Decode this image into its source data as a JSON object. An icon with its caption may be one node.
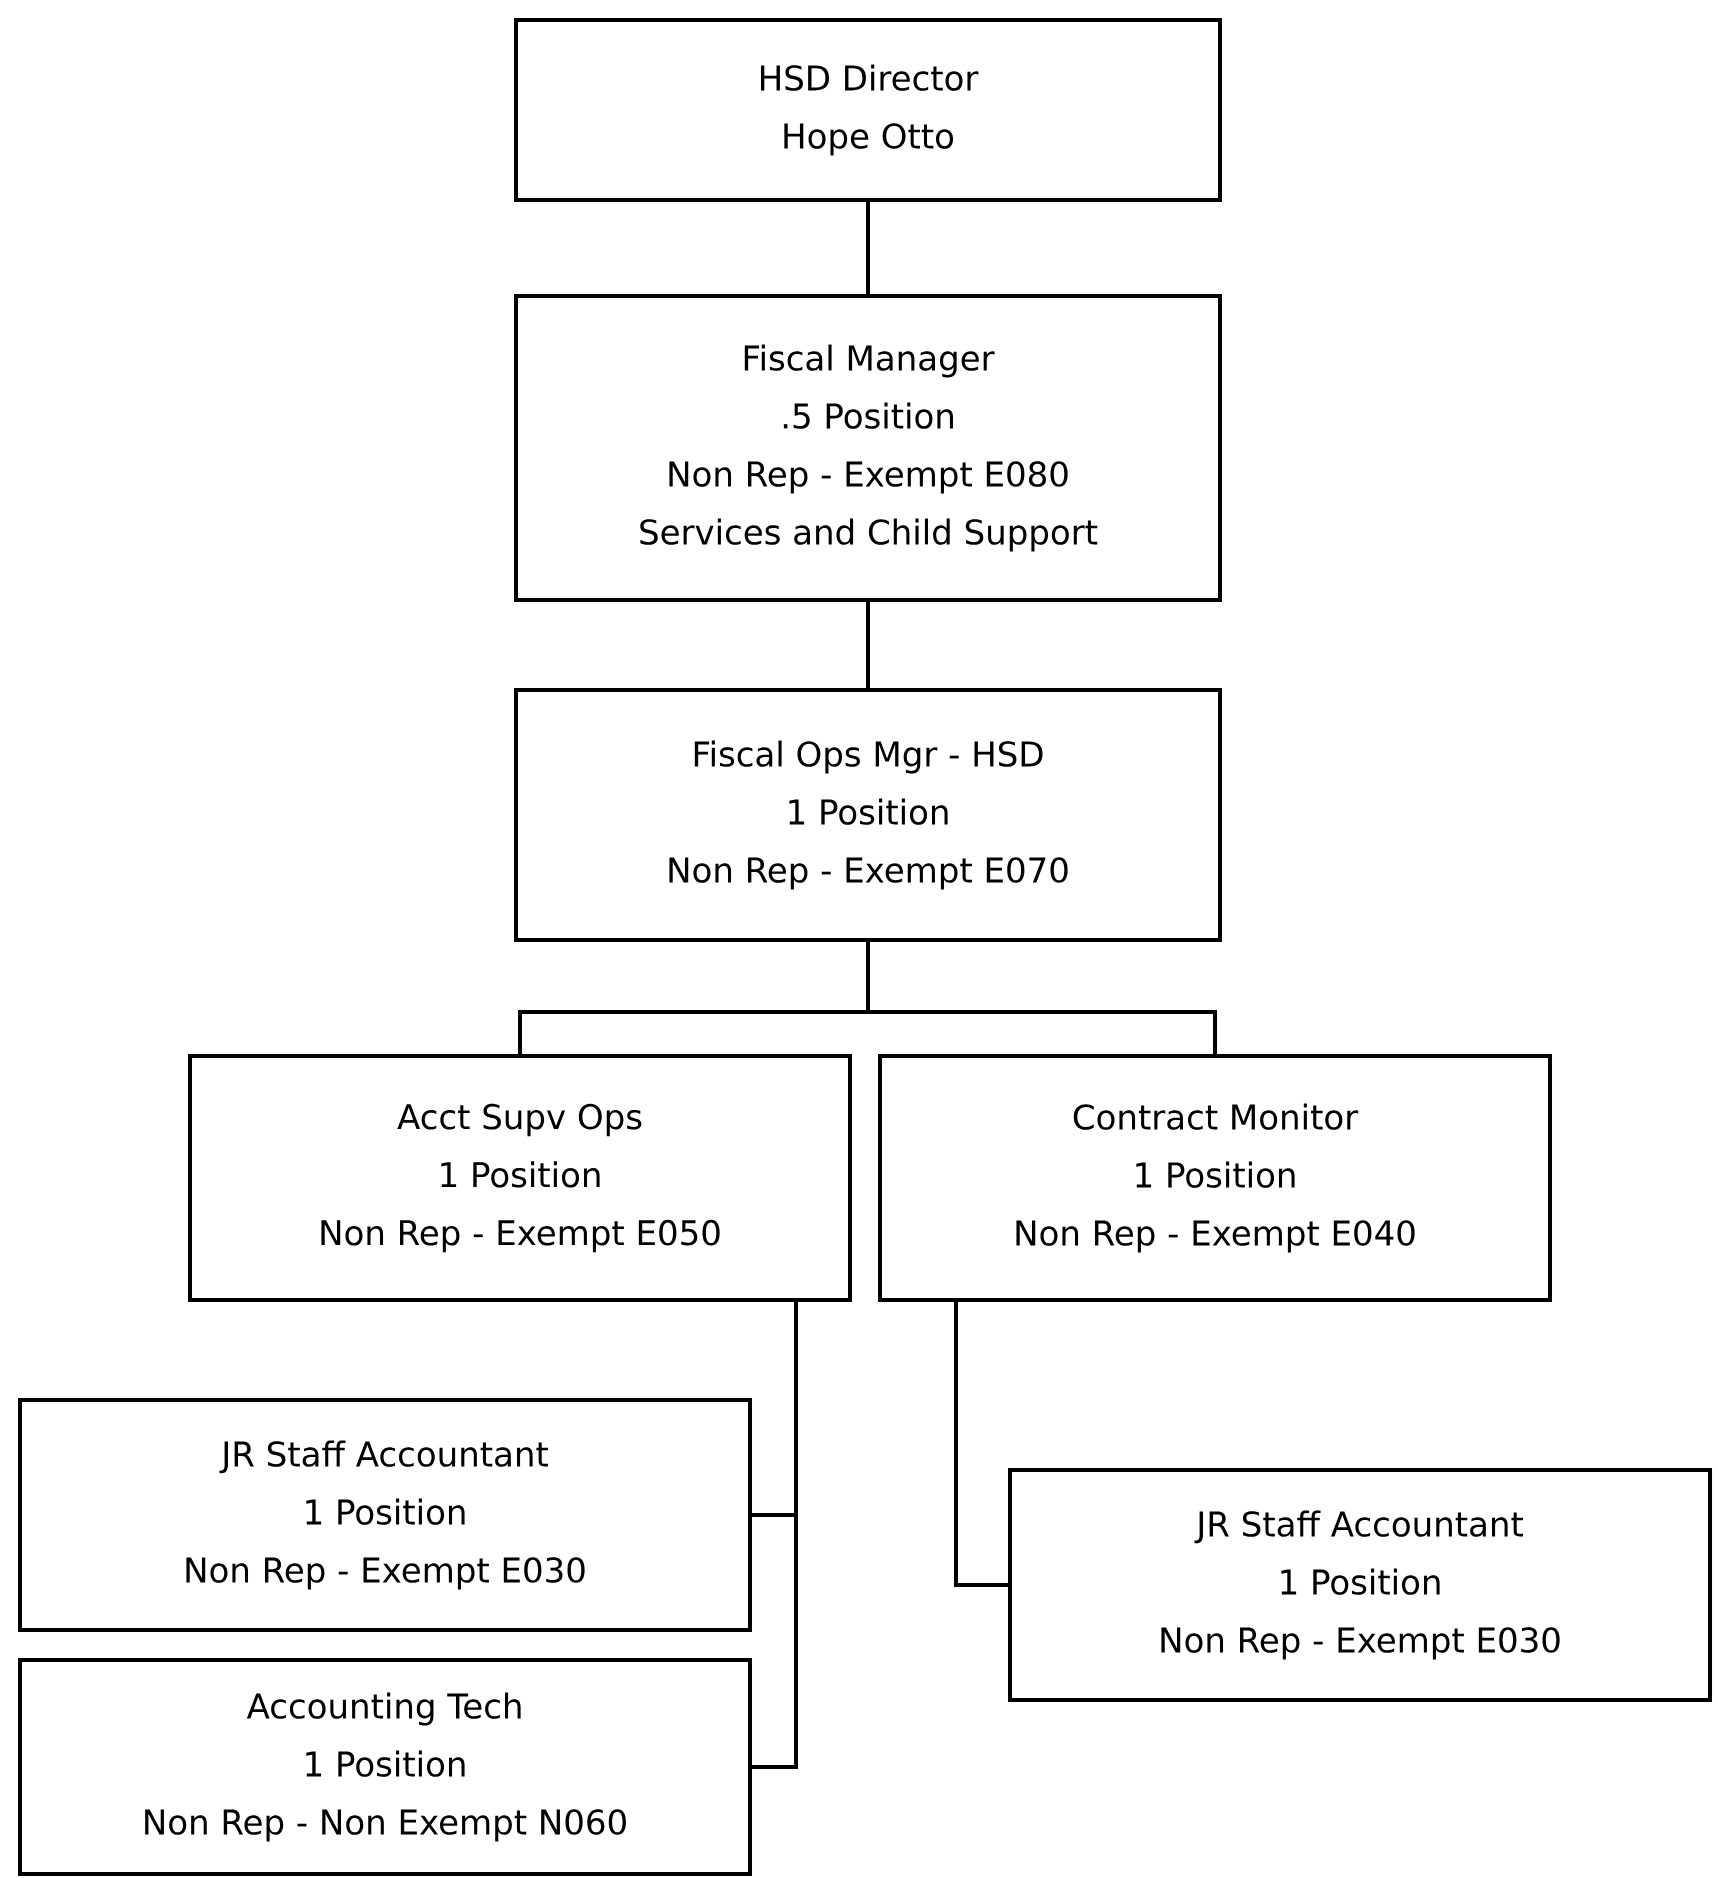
{
  "diagram": {
    "nodes": [
      {
        "text": [
          "HSD Director",
          "Hope Otto"
        ]
      },
      {
        "text": [
          "Fiscal Manager",
          ".5 Position",
          "Non Rep - Exempt E080",
          "Services and Child Support"
        ]
      },
      {
        "text": [
          "Fiscal Ops Mgr - HSD",
          "1 Position",
          "Non Rep - Exempt  E070"
        ]
      },
      {
        "text": [
          "Acct Supv Ops",
          "1 Position",
          "Non Rep - Exempt E050"
        ]
      },
      {
        "text": [
          "Contract Monitor",
          "1 Position",
          "Non Rep - Exempt E040"
        ]
      },
      {
        "text": [
          "JR Staff Accountant",
          "1 Position",
          "Non Rep - Exempt E030"
        ]
      },
      {
        "text": [
          "Accounting Tech",
          "1 Position",
          "Non Rep - Non Exempt N060"
        ]
      },
      {
        "text": [
          "JR Staff Accountant",
          "1 Position",
          "Non Rep - Exempt E030"
        ]
      }
    ],
    "edges": [
      {
        "from": 0,
        "to": 1,
        "arrow": "none"
      },
      {
        "from": 1,
        "to": 2,
        "arrow": "none"
      },
      {
        "from": 2,
        "to": 3,
        "arrow": "none"
      },
      {
        "from": 2,
        "to": 4,
        "arrow": "none"
      },
      {
        "from": 3,
        "to": 5,
        "arrow": "none"
      },
      {
        "from": 3,
        "to": 6,
        "arrow": "none"
      },
      {
        "from": 4,
        "to": 7,
        "arrow": "none"
      }
    ]
  }
}
